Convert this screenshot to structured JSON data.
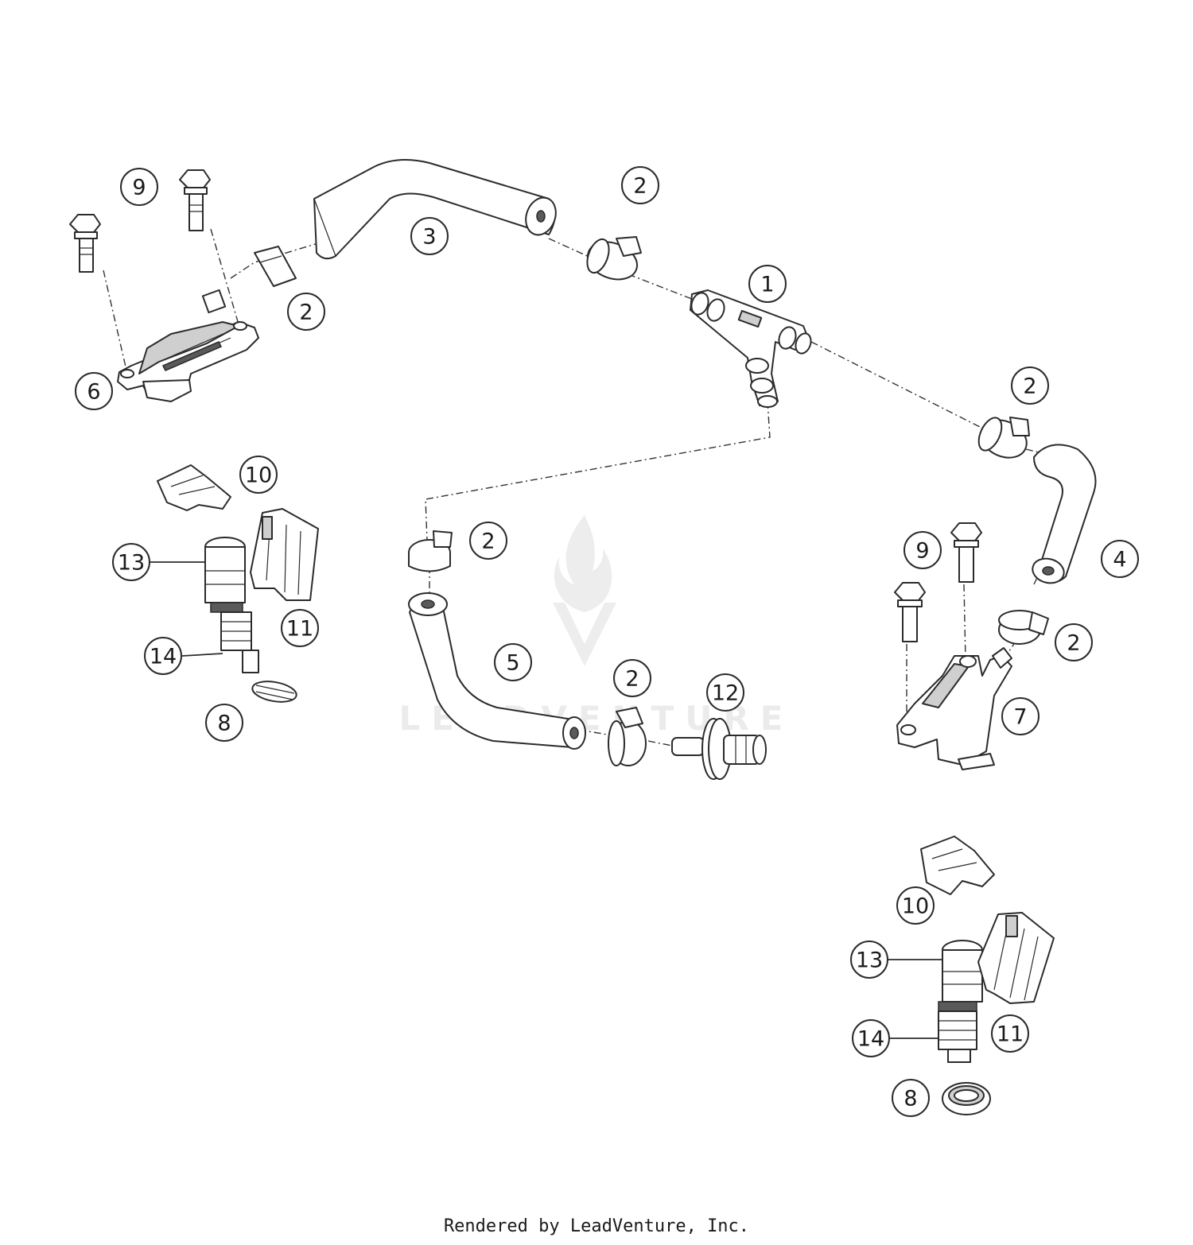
{
  "watermark": {
    "text": "LEADVENTURE"
  },
  "footer": {
    "credit": "Rendered by LeadVenture, Inc."
  },
  "callouts": [
    {
      "label": "9"
    },
    {
      "label": "3"
    },
    {
      "label": "2"
    },
    {
      "label": "2"
    },
    {
      "label": "1"
    },
    {
      "label": "6"
    },
    {
      "label": "2"
    },
    {
      "label": "10"
    },
    {
      "label": "2"
    },
    {
      "label": "13"
    },
    {
      "label": "9"
    },
    {
      "label": "4"
    },
    {
      "label": "11"
    },
    {
      "label": "2"
    },
    {
      "label": "14"
    },
    {
      "label": "5"
    },
    {
      "label": "2"
    },
    {
      "label": "12"
    },
    {
      "label": "7"
    },
    {
      "label": "8"
    },
    {
      "label": "10"
    },
    {
      "label": "13"
    },
    {
      "label": "14"
    },
    {
      "label": "11"
    },
    {
      "label": "8"
    }
  ]
}
